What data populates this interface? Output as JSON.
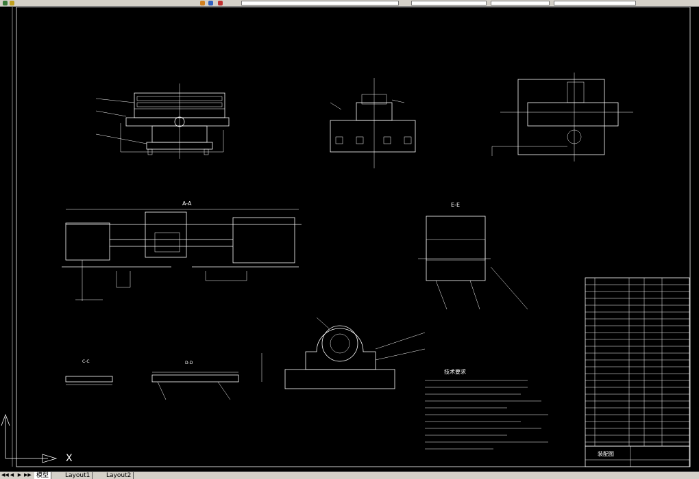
{
  "app": {
    "background": "#000000",
    "drawing_color": "#ffffff",
    "chrome_color": "#d4d0c8"
  },
  "toolbar": {
    "icons": [
      "zoom-icon",
      "pan-icon",
      "layer-icon",
      "color-icon",
      "linetype-icon"
    ]
  },
  "drawing": {
    "section_aa_label": "A-A",
    "section_ee_label": "E-E",
    "section_cc_label": "C-C",
    "section_dd_label": "D-D",
    "tech_req_title": "技术要求",
    "title_block_name": "装配图",
    "ucs_x_label": "X"
  },
  "tabs": {
    "items": [
      {
        "label": "模型",
        "active": true
      },
      {
        "label": "Layout1",
        "active": false
      },
      {
        "label": "Layout2",
        "active": false
      }
    ]
  }
}
